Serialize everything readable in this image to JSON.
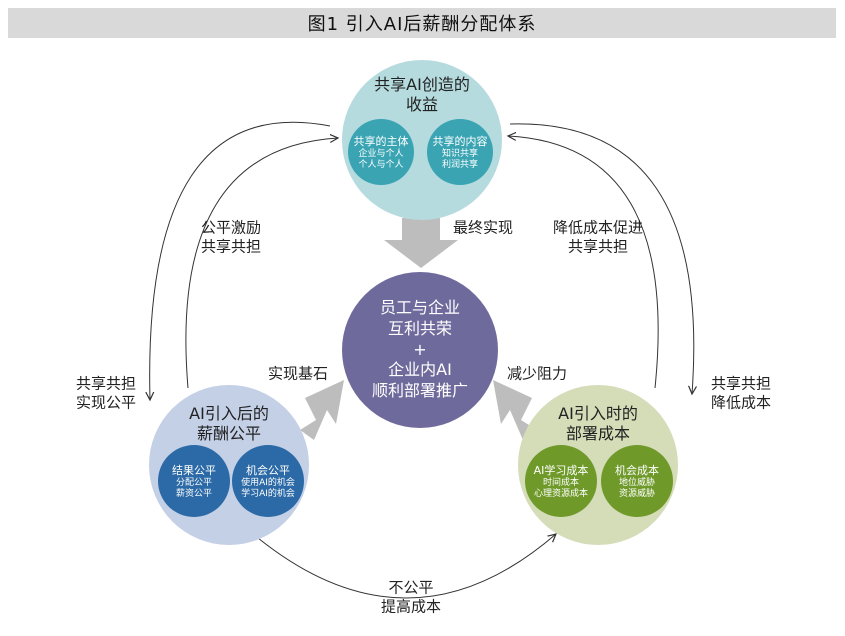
{
  "title": "图1  引入AI后薪酬分配体系",
  "top": {
    "title_lines": [
      "共享AI创造的",
      "收益"
    ],
    "left": {
      "title": "共享的主体",
      "lines": [
        "企业与个人",
        "个人与个人"
      ]
    },
    "right": {
      "title": "共享的内容",
      "lines": [
        "知识共享",
        "利润共享"
      ]
    }
  },
  "left": {
    "title_lines": [
      "AI引入后的",
      "薪酬公平"
    ],
    "left": {
      "title": "结果公平",
      "lines": [
        "分配公平",
        "薪资公平"
      ]
    },
    "right": {
      "title": "机会公平",
      "lines": [
        "使用AI的机会",
        "学习AI的机会"
      ]
    }
  },
  "right": {
    "title_lines": [
      "AI引入时的",
      "部署成本"
    ],
    "left": {
      "title": "AI学习成本",
      "lines": [
        "时间成本",
        "心理资源成本"
      ]
    },
    "right": {
      "title": "机会成本",
      "lines": [
        "地位威胁",
        "资源威胁"
      ]
    }
  },
  "center": {
    "lines": [
      "员工与企业",
      "互利共荣",
      "+",
      "企业内AI",
      "顺利部署推广"
    ]
  },
  "labels": {
    "final": "最终实现",
    "foundation": "实现基石",
    "less_resistance": "减少阻力",
    "fair_incentive": [
      "公平激励",
      "共享共担"
    ],
    "share_fair": [
      "共享共担",
      "实现公平"
    ],
    "lower_cost_share": [
      "降低成本促进",
      "共享共担"
    ],
    "share_lower": [
      "共享共担",
      "降低成本"
    ],
    "unfair": [
      "不公平",
      "提高成本"
    ]
  },
  "colors": {
    "top_circle": "#b5dbde",
    "top_inner": "#3aa4b3",
    "left_circle": "#c3d0e6",
    "left_inner": "#2b6aa6",
    "right_circle": "#d4dcb8",
    "right_inner": "#6f9a2a",
    "center": "#6e6a9c",
    "arrow": "#bdbdbd"
  }
}
